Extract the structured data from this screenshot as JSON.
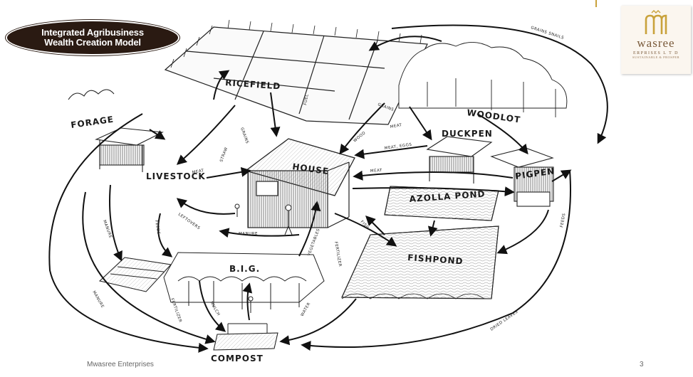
{
  "title_badge": {
    "line1": "Integrated Agribusiness",
    "line2": "Wealth Creation Model"
  },
  "logo": {
    "name": "wasree",
    "subtitle": "ERPRISES L T D",
    "tagline": "SUSTAINABLE & PROSPER"
  },
  "footer": {
    "company": "Mwasree Enterprises",
    "page_number": "3"
  },
  "nodes": {
    "ricefield": "RICEFIELD",
    "forage": "FORAGE",
    "livestock": "LIVESTOCK",
    "house": "HOUSE",
    "duckpen": "DUCKPEN",
    "woodlot": "WOODLOT",
    "pigpen": "PIGPEN",
    "azolla_pond": "AZOLLA POND",
    "fishpond": "FISHPOND",
    "big": "B.I.G.",
    "compost": "COMPOST"
  },
  "flow_labels": {
    "grains_snails": "GRAINS SNAILS",
    "grains": "GRAINS",
    "straw": "STRAW",
    "meat": "MEAT",
    "meat_eggs": "MEAT, EGGS",
    "manure": "MANURE",
    "leftovers": "LEFTOVERS",
    "feeds": "FEEDS",
    "fertilizer": "FERTILIZER",
    "dried_leaves": "DRIED LEAVES",
    "fish": "FISH",
    "vegetables": "VEGETABLES",
    "mulch": "MULCH",
    "water": "WATER",
    "fuel": "FUEL",
    "wood": "WOOD"
  }
}
